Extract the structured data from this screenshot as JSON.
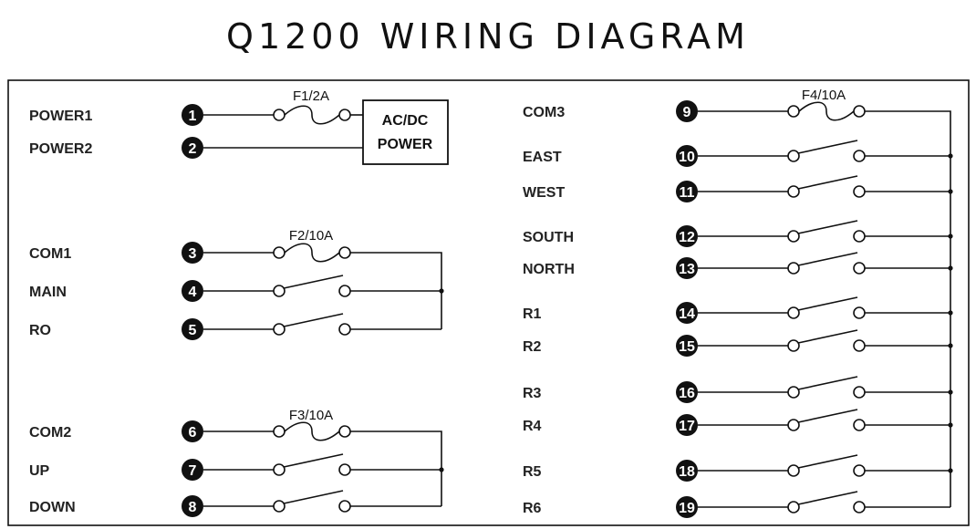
{
  "title": "Q1200 WIRING DIAGRAM",
  "power_box": {
    "line1": "AC/DC",
    "line2": "POWER"
  },
  "fuses": {
    "f1": "F1/2A",
    "f2": "F2/10A",
    "f3": "F3/10A",
    "f4": "F4/10A"
  },
  "terminals": [
    {
      "num": "1",
      "label": "POWER1"
    },
    {
      "num": "2",
      "label": "POWER2"
    },
    {
      "num": "3",
      "label": "COM1"
    },
    {
      "num": "4",
      "label": "MAIN"
    },
    {
      "num": "5",
      "label": "RO"
    },
    {
      "num": "6",
      "label": "COM2"
    },
    {
      "num": "7",
      "label": "UP"
    },
    {
      "num": "8",
      "label": "DOWN"
    },
    {
      "num": "9",
      "label": "COM3"
    },
    {
      "num": "10",
      "label": "EAST"
    },
    {
      "num": "11",
      "label": "WEST"
    },
    {
      "num": "12",
      "label": "SOUTH"
    },
    {
      "num": "13",
      "label": "NORTH"
    },
    {
      "num": "14",
      "label": "R1"
    },
    {
      "num": "15",
      "label": "R2"
    },
    {
      "num": "16",
      "label": "R3"
    },
    {
      "num": "17",
      "label": "R4"
    },
    {
      "num": "18",
      "label": "R5"
    },
    {
      "num": "19",
      "label": "R6"
    }
  ]
}
